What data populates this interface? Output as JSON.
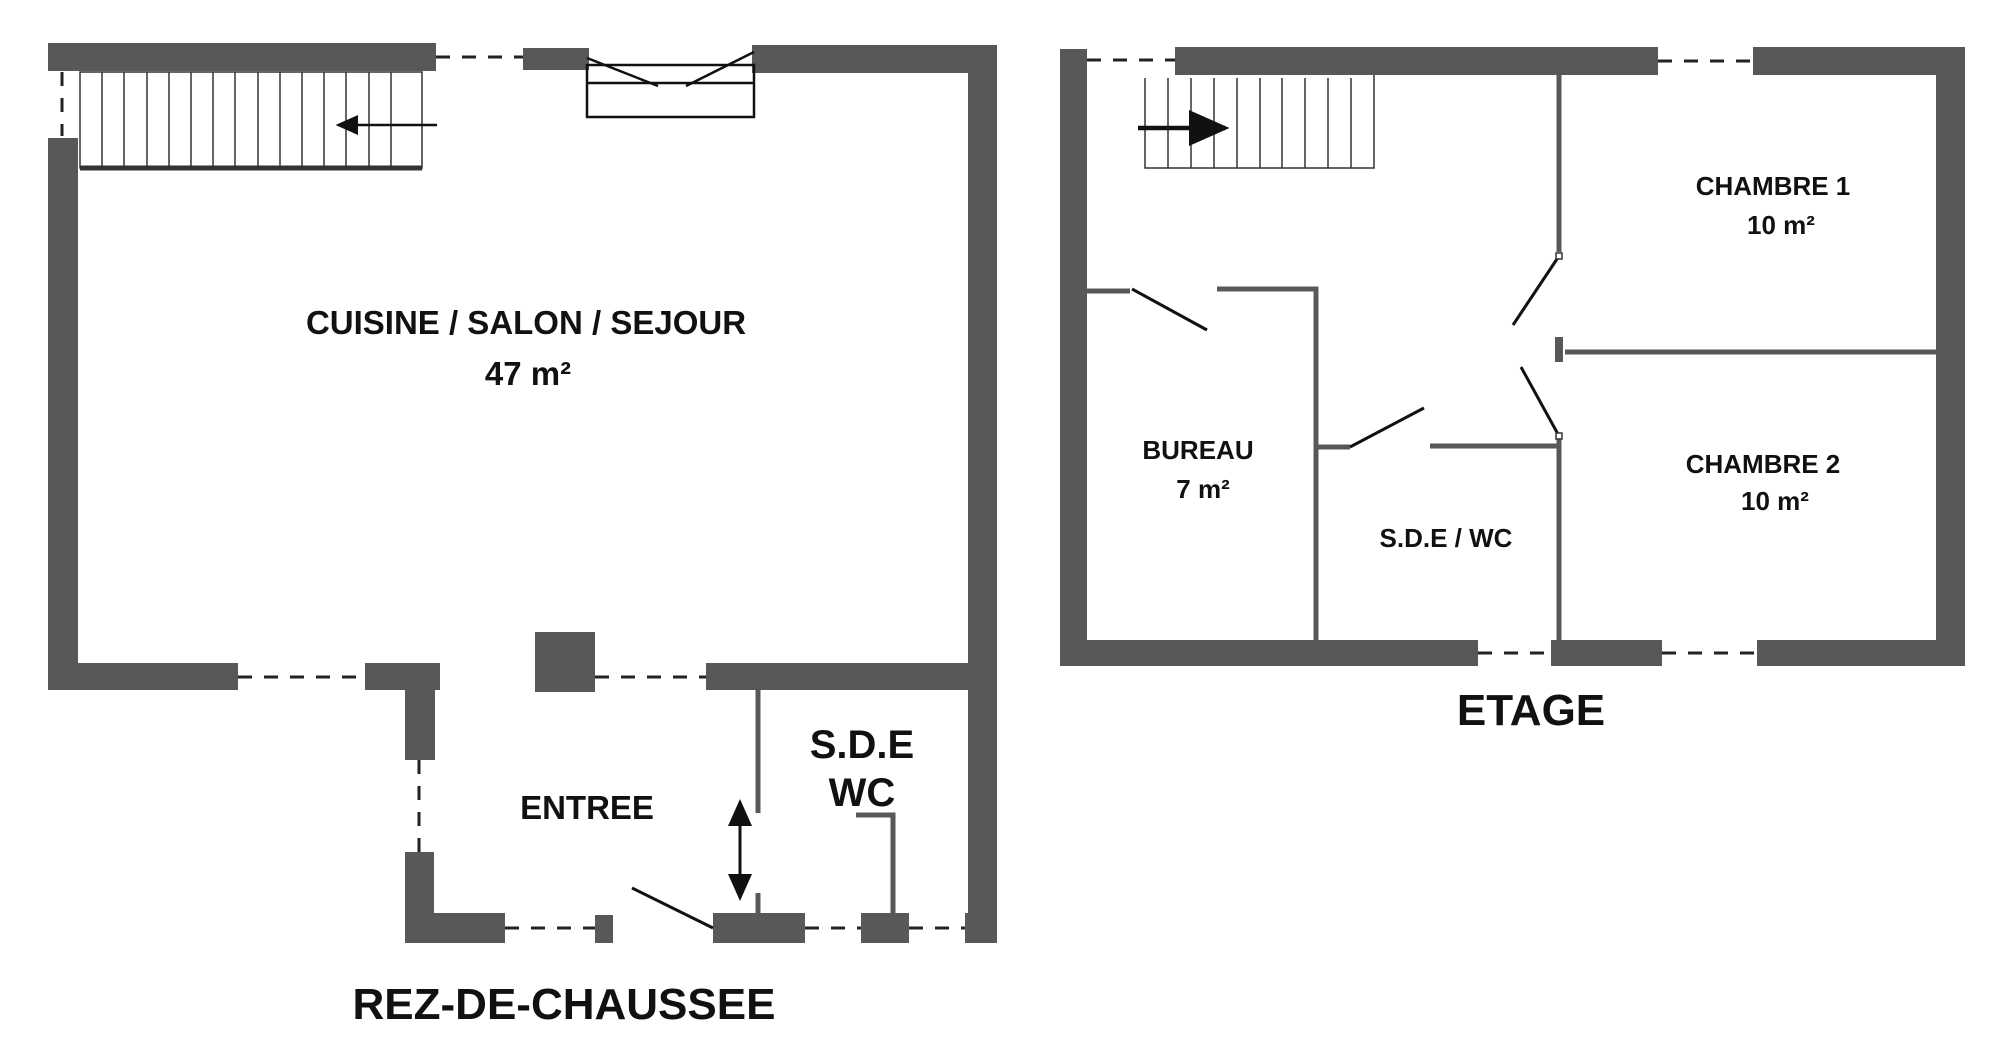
{
  "colors": {
    "wall": "#58585a",
    "thin_wall": "#58585a",
    "ink": "#111111",
    "paper": "#ffffff"
  },
  "ground_floor": {
    "title": "REZ-DE-CHAUSSEE",
    "living": {
      "name": "CUISINE / SALON / SEJOUR",
      "area": "47 m²"
    },
    "entrance": {
      "name": "ENTREE"
    },
    "bathroom": {
      "line1": "S.D.E",
      "line2": "WC"
    }
  },
  "upper_floor": {
    "title": "ETAGE",
    "bedroom1": {
      "name": "CHAMBRE 1",
      "area": "10 m²"
    },
    "bedroom2": {
      "name": "CHAMBRE 2",
      "area": "10 m²"
    },
    "office": {
      "name": "BUREAU",
      "area": "7 m²"
    },
    "bathroom": {
      "name": "S.D.E / WC"
    }
  },
  "icons": [
    "staircase-icon",
    "stair-direction-arrow-icon",
    "sliding-door-arrow-icon",
    "window-icon",
    "door-swing-icon"
  ]
}
